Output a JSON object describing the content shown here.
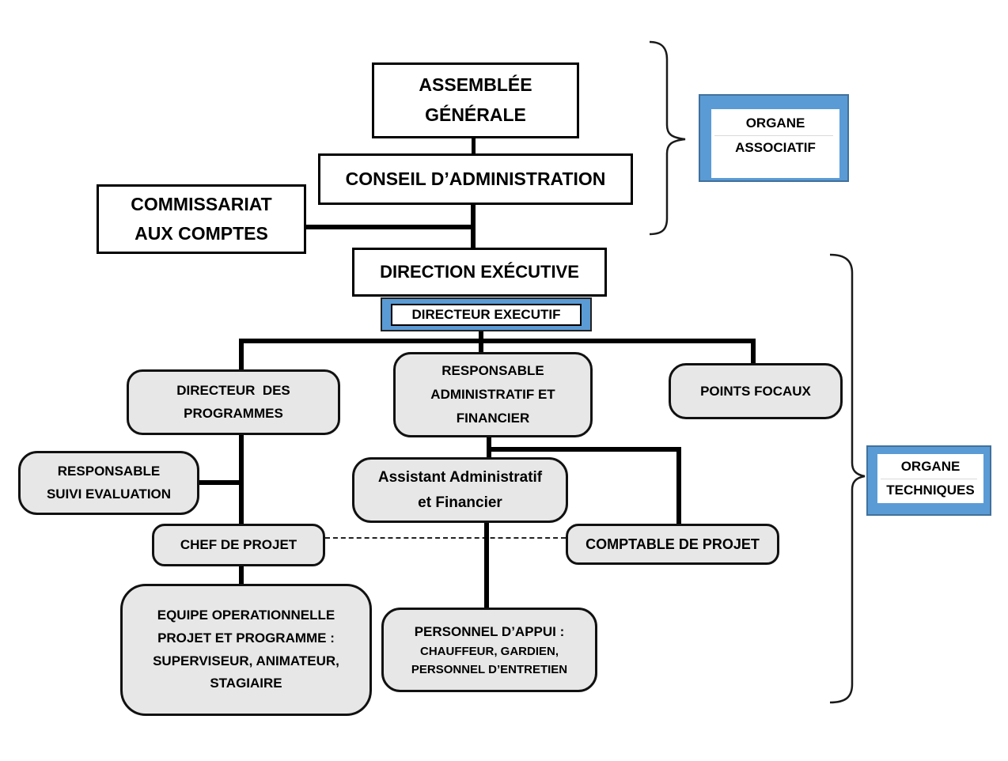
{
  "colors": {
    "accent_blue": "#5B9BD5",
    "accent_blue_border": "#41719C",
    "node_fill": "#E8E7E7",
    "node_border": "#000000",
    "connector": "#000000",
    "background": "#FFFFFF"
  },
  "nodes": {
    "assemblee_generale": {
      "label": "ASSEMBLÉE\nGÉNÉRALE"
    },
    "conseil_administration": {
      "label": "CONSEIL D’ADMINISTRATION"
    },
    "commissariat_comptes": {
      "label": "COMMISSARIAT\nAUX COMPTES"
    },
    "direction_executive": {
      "label": "DIRECTION EXÉCUTIVE"
    },
    "directeur_executif": {
      "label": "DIRECTEUR EXECUTIF"
    },
    "directeur_programmes": {
      "label": "DIRECTEUR  DES\nPROGRAMMES"
    },
    "responsable_admin_financier": {
      "label": "RESPONSABLE\nADMINISTRATIF ET\nFINANCIER"
    },
    "points_focaux": {
      "label": "POINTS FOCAUX"
    },
    "responsable_suivi_evaluation": {
      "label": "RESPONSABLE\nSUIVI EVALUATION"
    },
    "assistant_admin_financier": {
      "label": "Assistant Administratif\net Financier"
    },
    "chef_projet": {
      "label": "CHEF DE PROJET"
    },
    "comptable_projet": {
      "label": "COMPTABLE DE PROJET"
    },
    "equipe_operationnelle": {
      "label": "EQUIPE OPERATIONNELLE\nPROJET ET PROGRAMME :\nSUPERVISEUR, ANIMATEUR,\nSTAGIAIRE"
    },
    "personnel_appui": {
      "title": "PERSONNEL D’APPUI :",
      "detail": "CHAUFFEUR, GARDIEN,\nPERSONNEL D’ENTRETIEN"
    }
  },
  "annotations": {
    "organe_associatif": {
      "label": "ORGANE\nASSOCIATIF"
    },
    "organe_techniques": {
      "label": "ORGANE\nTECHNIQUES"
    }
  }
}
